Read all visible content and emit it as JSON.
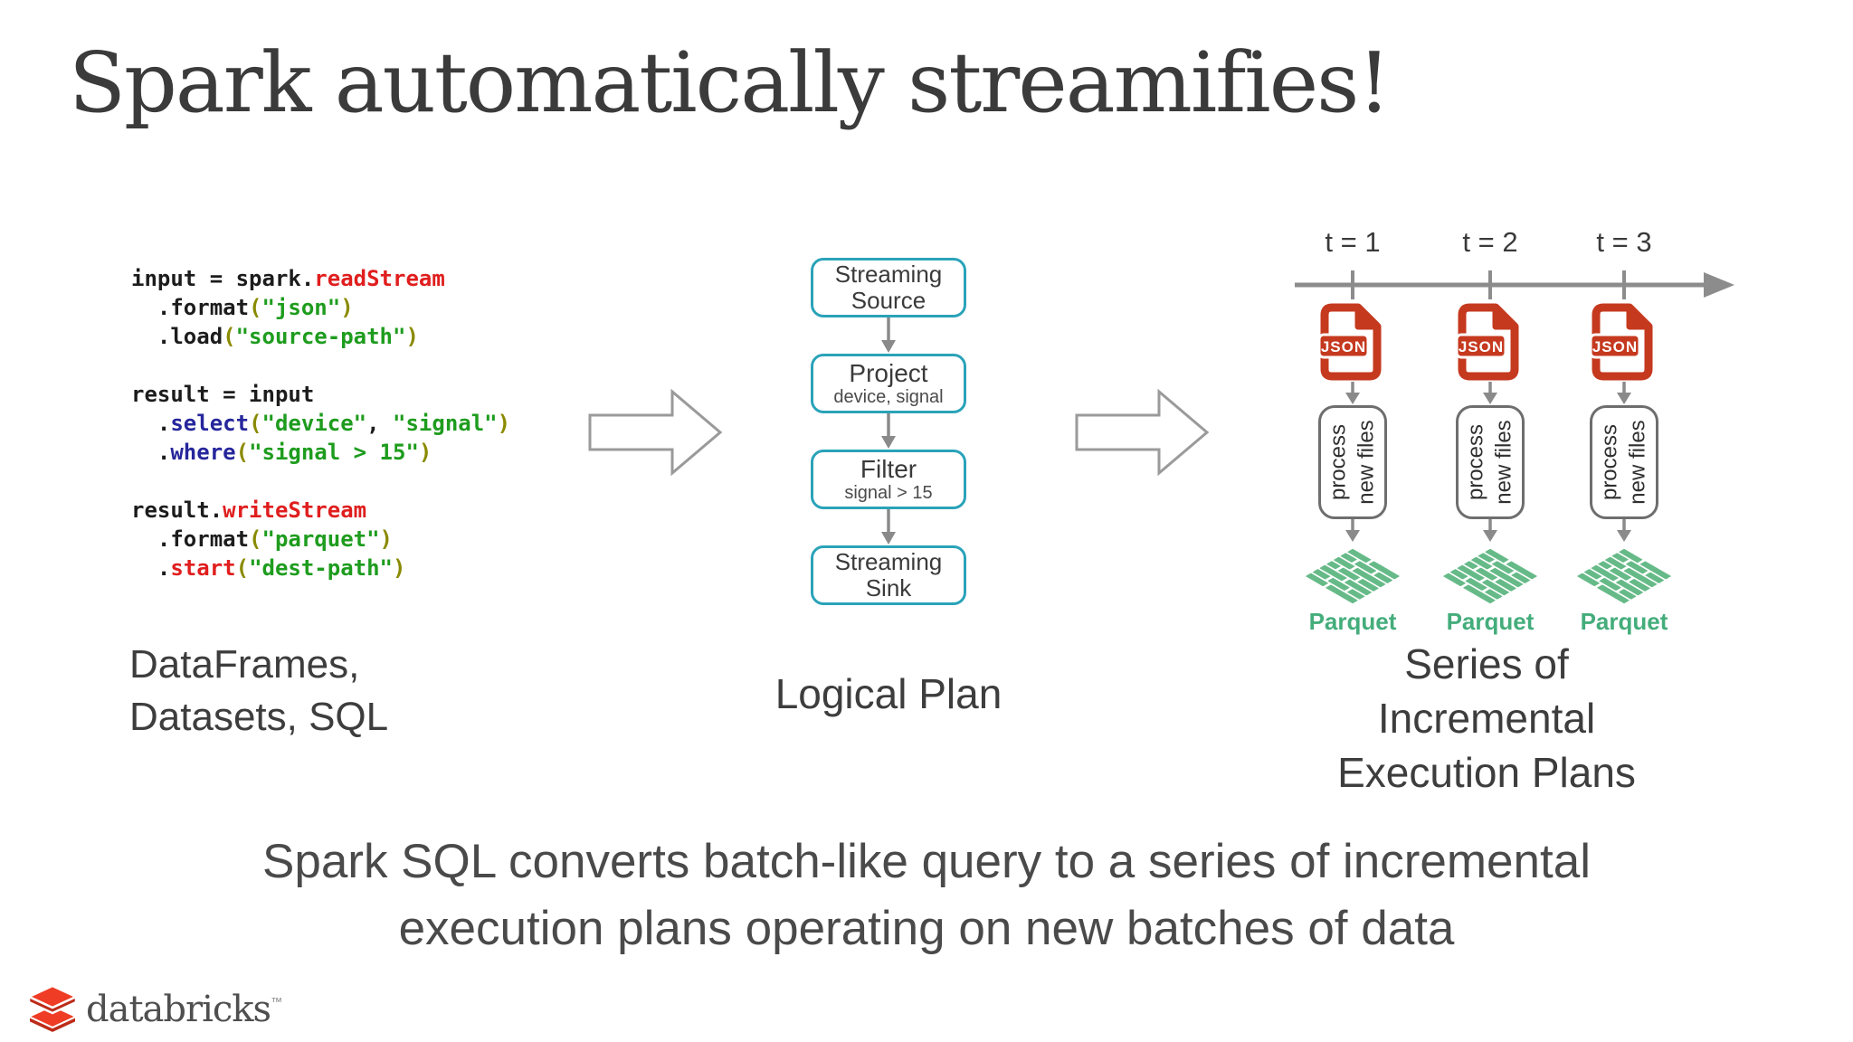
{
  "slide": {
    "title": "Spark automatically streamifies!",
    "caption_line1": "Spark SQL converts batch-like query to a series of incremental",
    "caption_line2": "execution plans operating on new batches of data"
  },
  "code": {
    "label_line1": "DataFrames,",
    "label_line2": "Datasets, SQL",
    "lines": [
      {
        "segments": [
          {
            "text": "input = spark.",
            "color": "plain"
          },
          {
            "text": "readStream",
            "color": "red"
          }
        ]
      },
      {
        "segments": [
          {
            "text": "  .format",
            "color": "plain"
          },
          {
            "text": "(",
            "color": "olive"
          },
          {
            "text": "\"json\"",
            "color": "green"
          },
          {
            "text": ")",
            "color": "olive"
          }
        ]
      },
      {
        "segments": [
          {
            "text": "  .load",
            "color": "plain"
          },
          {
            "text": "(",
            "color": "olive"
          },
          {
            "text": "\"source-path\"",
            "color": "green"
          },
          {
            "text": ")",
            "color": "olive"
          }
        ]
      },
      {
        "segments": []
      },
      {
        "segments": [
          {
            "text": "result = input",
            "color": "plain"
          }
        ]
      },
      {
        "segments": [
          {
            "text": "  .",
            "color": "plain"
          },
          {
            "text": "select",
            "color": "navy"
          },
          {
            "text": "(",
            "color": "olive"
          },
          {
            "text": "\"device\"",
            "color": "green"
          },
          {
            "text": ", ",
            "color": "plain"
          },
          {
            "text": "\"signal\"",
            "color": "green"
          },
          {
            "text": ")",
            "color": "olive"
          }
        ]
      },
      {
        "segments": [
          {
            "text": "  .",
            "color": "plain"
          },
          {
            "text": "where",
            "color": "navy"
          },
          {
            "text": "(",
            "color": "olive"
          },
          {
            "text": "\"signal > 15\"",
            "color": "green"
          },
          {
            "text": ")",
            "color": "olive"
          }
        ]
      },
      {
        "segments": []
      },
      {
        "segments": [
          {
            "text": "result.",
            "color": "plain"
          },
          {
            "text": "writeStream",
            "color": "red"
          }
        ]
      },
      {
        "segments": [
          {
            "text": "  .format",
            "color": "plain"
          },
          {
            "text": "(",
            "color": "olive"
          },
          {
            "text": "\"parquet\"",
            "color": "green"
          },
          {
            "text": ")",
            "color": "olive"
          }
        ]
      },
      {
        "segments": [
          {
            "text": "  .",
            "color": "plain"
          },
          {
            "text": "start",
            "color": "red"
          },
          {
            "text": "(",
            "color": "olive"
          },
          {
            "text": "\"dest-path\"",
            "color": "green"
          },
          {
            "text": ")",
            "color": "olive"
          }
        ]
      }
    ]
  },
  "logical_plan": {
    "label": "Logical Plan",
    "boxes": [
      {
        "title": "Streaming Source",
        "subtitle": ""
      },
      {
        "title": "Project",
        "subtitle": "device, signal"
      },
      {
        "title": "Filter",
        "subtitle": "signal > 15"
      },
      {
        "title": "Streaming Sink",
        "subtitle": ""
      }
    ]
  },
  "incremental": {
    "label_line1": "Series of Incremental",
    "label_line2": "Execution Plans",
    "columns": [
      {
        "time_label": "t = 1",
        "file_type": "JSON",
        "process_line1": "process",
        "process_line2": "new files",
        "output_label": "Parquet"
      },
      {
        "time_label": "t = 2",
        "file_type": "JSON",
        "process_line1": "process",
        "process_line2": "new files",
        "output_label": "Parquet"
      },
      {
        "time_label": "t = 3",
        "file_type": "JSON",
        "process_line1": "process",
        "process_line2": "new files",
        "output_label": "Parquet"
      }
    ]
  },
  "logo": {
    "brand": "databricks",
    "tm": "™"
  },
  "colors": {
    "title_gray": "#3B3B3B",
    "text_gray": "#3D3D3D",
    "caption_gray": "#4A4A4A",
    "code_plain": "#1C1C1C",
    "code_red": "#E01E1E",
    "code_green": "#1E9C1E",
    "code_navy": "#26269C",
    "code_olive": "#8A8A00",
    "teal": "#2AA3B9",
    "json_red": "#C5391F",
    "parquet_green": "#66BA88",
    "parquet_label": "#44AD7B",
    "arrow_gray": "#8A8A8A",
    "box_gray": "#6E6E6E",
    "timeline_gray": "#8C8C8C",
    "hollow_arrow_gray": "#9A9A9A",
    "logo_red_top": "#EF3C25",
    "logo_red_side": "#BC2B18",
    "logo_word_gray": "#4F4F4F"
  }
}
